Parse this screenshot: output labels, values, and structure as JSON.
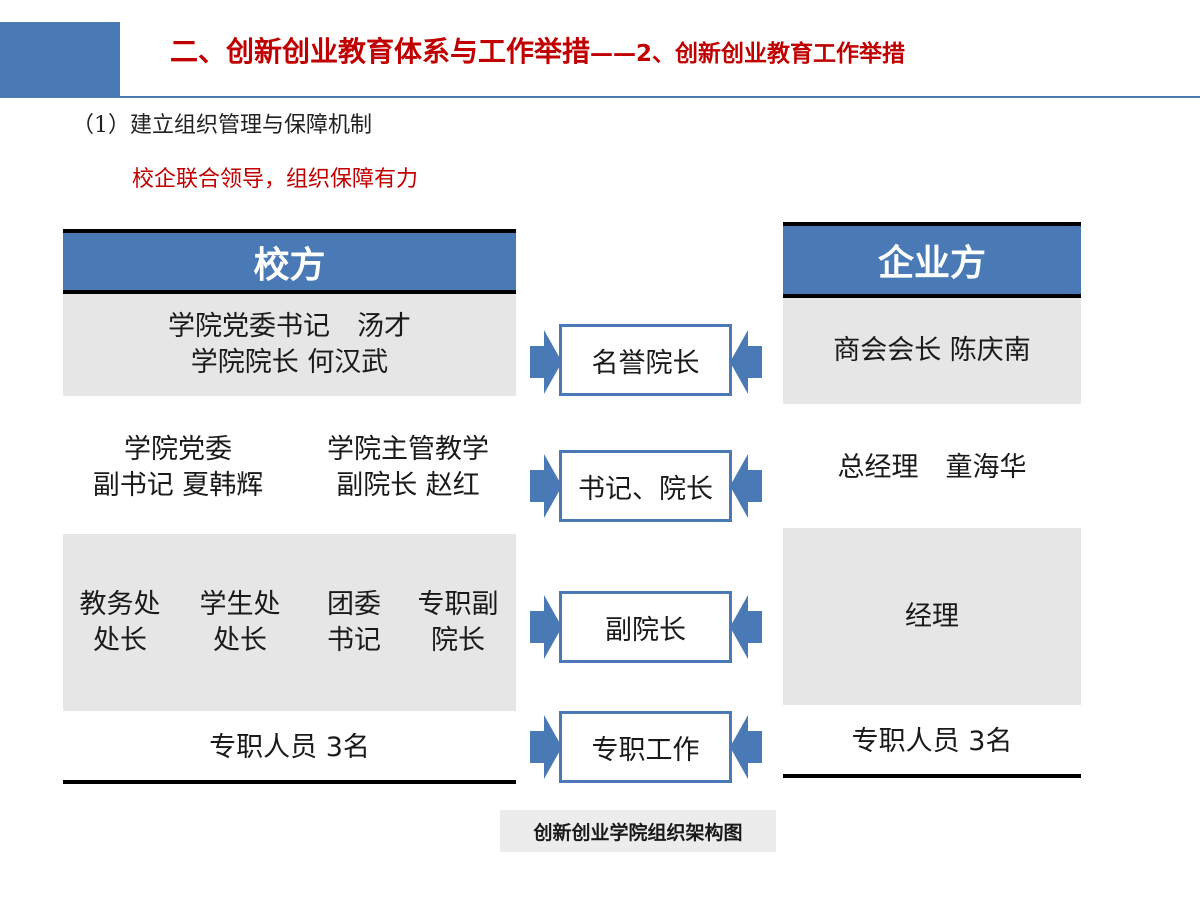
{
  "header": {
    "title_main": "二、创新创业教育体系与工作举措",
    "title_sub": "——2、创新创业教育工作举措"
  },
  "section": {
    "heading": "（1）建立组织管理与保障机制",
    "tagline": "校企联合领导，组织保障有力"
  },
  "school": {
    "label": "校方",
    "row1_line1": "学院党委书记　汤才",
    "row1_line2": "学院院长 何汉武",
    "row2_left_line1": "学院党委",
    "row2_left_line2": "副书记  夏韩辉",
    "row2_right_line1": "学院主管教学",
    "row2_right_line2": "副院长  赵红",
    "row3": [
      {
        "line1": "教务处",
        "line2": "处长"
      },
      {
        "line1": "学生处",
        "line2": "处长"
      },
      {
        "line1": "团委",
        "line2": "书记"
      },
      {
        "line1": "专职副",
        "line2": "院长"
      }
    ],
    "row4": "专职人员 3名"
  },
  "middle": {
    "roles": [
      "名誉院长",
      "书记、院长",
      "副院长",
      "专职工作"
    ]
  },
  "enterprise": {
    "label": "企业方",
    "row1": "商会会长  陈庆南",
    "row2": "总经理　童海华",
    "row3": "经理",
    "row4": "专职人员 3名"
  },
  "caption": "创新创业学院组织架构图",
  "colors": {
    "accent_blue": "#4a7ab5",
    "title_red": "#c00000",
    "band_gray": "#e6e6e6"
  },
  "icons": {
    "arrow": "block-arrow-icon"
  }
}
